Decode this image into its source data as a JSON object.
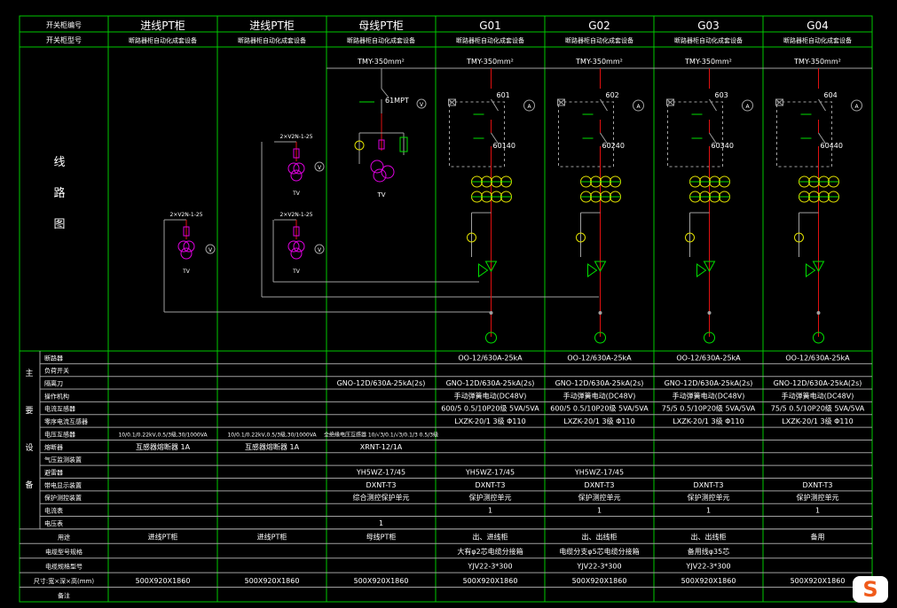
{
  "header": {
    "row1_label": "开关柜编号",
    "row2_label": "开关柜型号",
    "diagram_label": [
      "线",
      "路",
      "图"
    ],
    "columns": [
      {
        "name": "进线PT柜",
        "model": "断路器柜自动化成套设备"
      },
      {
        "name": "进线PT柜",
        "model": "断路器柜自动化成套设备"
      },
      {
        "name": "母线PT柜",
        "model": "断路器柜自动化成套设备"
      },
      {
        "name": "G01",
        "model": "断路器柜自动化成套设备"
      },
      {
        "name": "G02",
        "model": "断路器柜自动化成套设备"
      },
      {
        "name": "G03",
        "model": "断路器柜自动化成套设备"
      },
      {
        "name": "G04",
        "model": "断路器柜自动化成套设备"
      }
    ]
  },
  "diagram": {
    "busbar": [
      "",
      "",
      "TMY-350mm²",
      "TMY-350mm²",
      "TMY-350mm²",
      "TMY-350mm²",
      "TMY-350mm²"
    ],
    "pt_label": "2×V2N-1-25",
    "tv_label": "TV",
    "pt_switch": "61MPT",
    "switch_codes": [
      "601",
      "602",
      "603",
      "604"
    ],
    "earth_codes": [
      "60140",
      "60240",
      "60340",
      "60440"
    ],
    "meter_v": "V",
    "meter_a": "A"
  },
  "equipment": {
    "section_label": [
      "主",
      "要",
      "设",
      "备"
    ],
    "rows": [
      {
        "label": "断路器",
        "cells": [
          "",
          "",
          "",
          "OO-12/630A-25kA",
          "OO-12/630A-25kA",
          "OO-12/630A-25kA",
          "OO-12/630A-25kA"
        ]
      },
      {
        "label": "负荷开关",
        "cells": [
          "",
          "",
          "",
          "",
          "",
          "",
          ""
        ]
      },
      {
        "label": "隔离刀",
        "cells": [
          "",
          "",
          "GNO-12D/630A-25kA(2s)",
          "GNO-12D/630A-25kA(2s)",
          "GNO-12D/630A-25kA(2s)",
          "GNO-12D/630A-25kA(2s)",
          "GNO-12D/630A-25kA(2s)"
        ]
      },
      {
        "label": "操作机构",
        "cells": [
          "",
          "",
          "",
          "手动弹簧电动(DC48V)",
          "手动弹簧电动(DC48V)",
          "手动弹簧电动(DC48V)",
          "手动弹簧电动(DC48V)"
        ]
      },
      {
        "label": "电流互感器",
        "cells": [
          "",
          "",
          "",
          "600/5 0.5/10P20级 5VA/5VA",
          "600/5 0.5/10P20级 5VA/5VA",
          "75/5 0.5/10P20级 5VA/5VA",
          "75/5 0.5/10P20级 5VA/5VA"
        ]
      },
      {
        "label": "零序电流互感器",
        "cells": [
          "",
          "",
          "",
          "LXZK-20/1 3级 Φ110",
          "LXZK-20/1 3级 Φ110",
          "LXZK-20/1 3级 Φ110",
          "LXZK-20/1 3级 Φ110"
        ]
      },
      {
        "label": "电压互感器",
        "cells": [
          "10/0.1/0.22kV,0.5/3级,30/1000VA",
          "10/0.1/0.22kV,0.5/3级,30/1000VA",
          "全绝缘电压互感器 10/√3/0.1/√3/0.1/3 0.5/3级",
          "",
          "",
          "",
          ""
        ]
      },
      {
        "label": "熔断器",
        "cells": [
          "互感器熔断器 1A",
          "互感器熔断器 1A",
          "XRNT-12/1A",
          "",
          "",
          "",
          ""
        ]
      },
      {
        "label": "气压监测装置",
        "cells": [
          "",
          "",
          "",
          "",
          "",
          "",
          ""
        ]
      },
      {
        "label": "避雷器",
        "cells": [
          "",
          "",
          "YH5WZ-17/45",
          "YH5WZ-17/45",
          "YH5WZ-17/45",
          "",
          ""
        ]
      },
      {
        "label": "带电显示装置",
        "cells": [
          "",
          "",
          "DXNT-T3",
          "DXNT-T3",
          "DXNT-T3",
          "DXNT-T3",
          "DXNT-T3"
        ]
      },
      {
        "label": "保护测控装置",
        "cells": [
          "",
          "",
          "综合测控保护单元",
          "保护测控单元",
          "保护测控单元",
          "保护测控单元",
          "保护测控单元"
        ]
      },
      {
        "label": "电流表",
        "cells": [
          "",
          "",
          "",
          "1",
          "1",
          "1",
          "1"
        ]
      },
      {
        "label": "电压表",
        "cells": [
          "",
          "",
          "1",
          "",
          "",
          "",
          ""
        ]
      }
    ]
  },
  "footer": {
    "rows": [
      {
        "label": "用途",
        "cells": [
          "进线PT柜",
          "进线PT柜",
          "母线PT柜",
          "出、进线柜",
          "出、出线柜",
          "出、出线柜",
          "备用"
        ]
      },
      {
        "label": "电缆型号规格",
        "cells": [
          "",
          "",
          "",
          "大有φ2芯电缆分接箱",
          "电缆分支φ5芯电缆分接箱",
          "备用线φ35芯",
          ""
        ]
      },
      {
        "label": "电缆规格型号",
        "cells": [
          "",
          "",
          "",
          "YJV22-3*300",
          "YJV22-3*300",
          "YJV22-3*300",
          ""
        ]
      },
      {
        "label": "尺寸:宽×深×高(mm)",
        "cells": [
          "500X920X1860",
          "500X920X1860",
          "500X920X1860",
          "500X920X1860",
          "500X920X1860",
          "500X920X1860",
          "500X920X1860"
        ]
      },
      {
        "label": "备注",
        "cells": [
          "",
          "",
          "",
          "",
          "",
          "",
          ""
        ]
      }
    ]
  },
  "colors": {
    "grid": "#00c800",
    "text": "#ffffff",
    "line_red": "#e01010",
    "magenta": "#e000e0",
    "green": "#00e000",
    "yellow": "#e0e000",
    "gray": "#a0a0a0",
    "logo": "#f05a1a"
  },
  "logo_text": "S"
}
